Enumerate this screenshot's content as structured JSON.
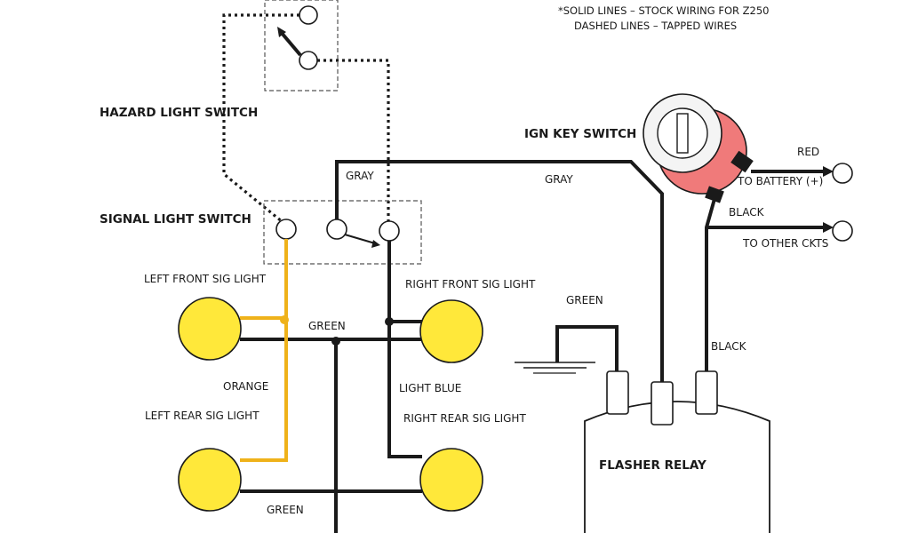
{
  "notes": {
    "line1": "*SOLID LINES – STOCK WIRING FOR Z250",
    "line2": "DASHED LINES – TAPPED WIRES"
  },
  "components": {
    "hazard_switch": "HAZARD LIGHT SWITCH",
    "signal_switch": "SIGNAL LIGHT SWITCH",
    "ign_key_switch": "IGN KEY SWITCH",
    "flasher_relay": "FLASHER RELAY",
    "left_front": "LEFT FRONT SIG LIGHT",
    "right_front": "RIGHT FRONT SIG LIGHT",
    "left_rear": "LEFT REAR SIG LIGHT",
    "right_rear": "RIGHT REAR SIG LIGHT"
  },
  "wires": {
    "gray_switch": "GRAY",
    "gray_main": "GRAY",
    "red": "RED",
    "to_battery": "TO BATTERY (+)",
    "black_top": "BLACK",
    "to_other": "TO OTHER CKTS",
    "black_relay": "BLACK",
    "green_relay": "GREEN",
    "green_mid": "GREEN",
    "green_bottom": "GREEN",
    "orange": "ORANGE",
    "light_blue": "LIGHT BLUE"
  },
  "colors": {
    "lamp_yellow": "#ffe83a",
    "orange_wire": "#efb21a",
    "key_switch_red": "#f07a7a"
  }
}
